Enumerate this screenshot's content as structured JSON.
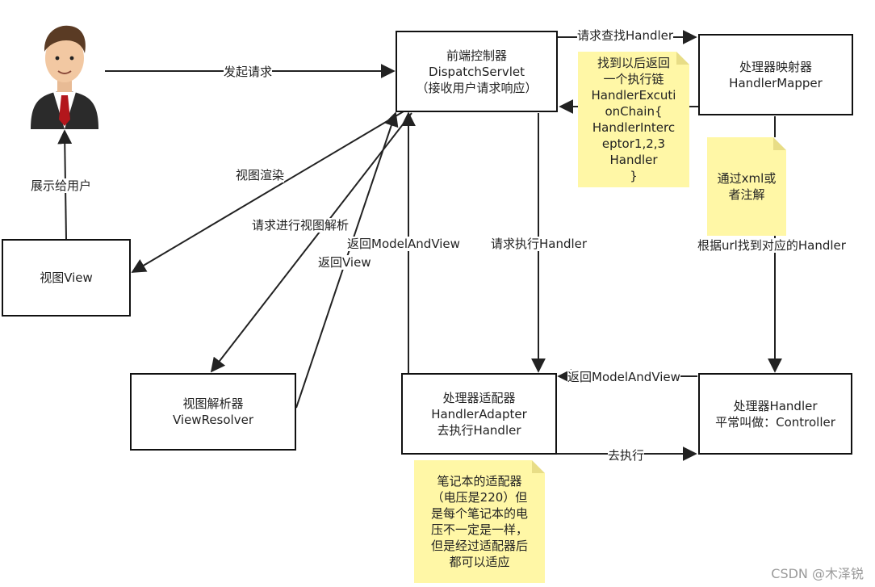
{
  "nodes": {
    "front_controller": [
      "前端控制器",
      "DispatchServlet",
      "（接收用户请求响应）"
    ],
    "handler_mapper": [
      "处理器映射器",
      "HandlerMapper"
    ],
    "view": [
      "视图View"
    ],
    "view_resolver": [
      "视图解析器",
      "ViewResolver"
    ],
    "handler_adapter": [
      "处理器适配器",
      "HandlerAdapter",
      "去执行Handler"
    ],
    "handler": [
      "处理器Handler",
      "平常叫做：Controller"
    ]
  },
  "notes": {
    "execution_chain": [
      "找到以后返回",
      "一个执行链",
      "HandlerExcuti",
      "onChain{",
      "HandlerInterc",
      "eptor1,2,3",
      "Handler",
      "}"
    ],
    "xml_or_annotation": [
      "通过xml或",
      "者注解"
    ],
    "adapter_explain": [
      "笔记本的适配器",
      "（电压是220）但",
      "是每个笔记本的电",
      "压不一定是一样，",
      "但是经过适配器后",
      "都可以适应"
    ]
  },
  "edges": {
    "send_request": "发起请求",
    "find_handler": "请求查找Handler",
    "show_user": "展示给用户",
    "render_view": "视图渲染",
    "resolve_view": "请求进行视图解析",
    "return_view": "返回View",
    "return_mav_up": "返回ModelAndView",
    "exec_handler": "请求执行Handler",
    "find_by_url": "根据url找到对应的Handler",
    "return_mav": "返回ModelAndView",
    "go_execute": "去执行"
  },
  "watermark": "CSDN @木泽锐",
  "colors": {
    "note": "#fff7a6",
    "stroke": "#222222"
  },
  "icons": {
    "user": "businessman-avatar-icon"
  }
}
